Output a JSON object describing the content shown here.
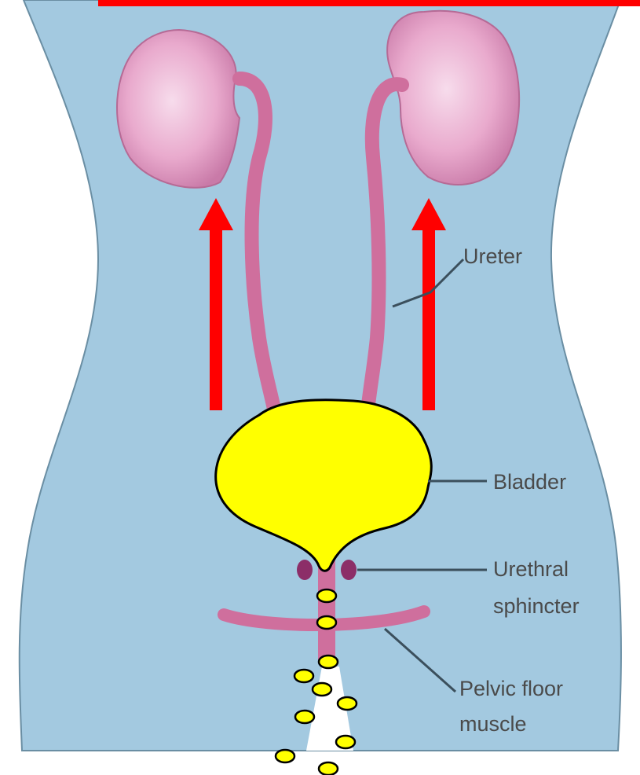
{
  "labels": {
    "ureter": "Ureter",
    "bladder": "Bladder",
    "urethral_sphincter_line1": "Urethral",
    "urethral_sphincter_line2": "sphincter",
    "pelvic_floor_line1": "Pelvic floor",
    "pelvic_floor_line2": "muscle"
  },
  "colors": {
    "body": "#a3c9e0",
    "body_outline": "#6a8ea3",
    "kidney": "#e5a3c8",
    "ureter": "#cf6f9d",
    "bladder": "#ffff00",
    "sphincter": "#8c2e68",
    "arrow": "#ff0000",
    "leader": "#3b4f5c",
    "label_text": "#4a4a4a"
  },
  "annotations": {
    "arrow_count": 2,
    "arrow_direction": "up",
    "droplet_count": 10
  }
}
